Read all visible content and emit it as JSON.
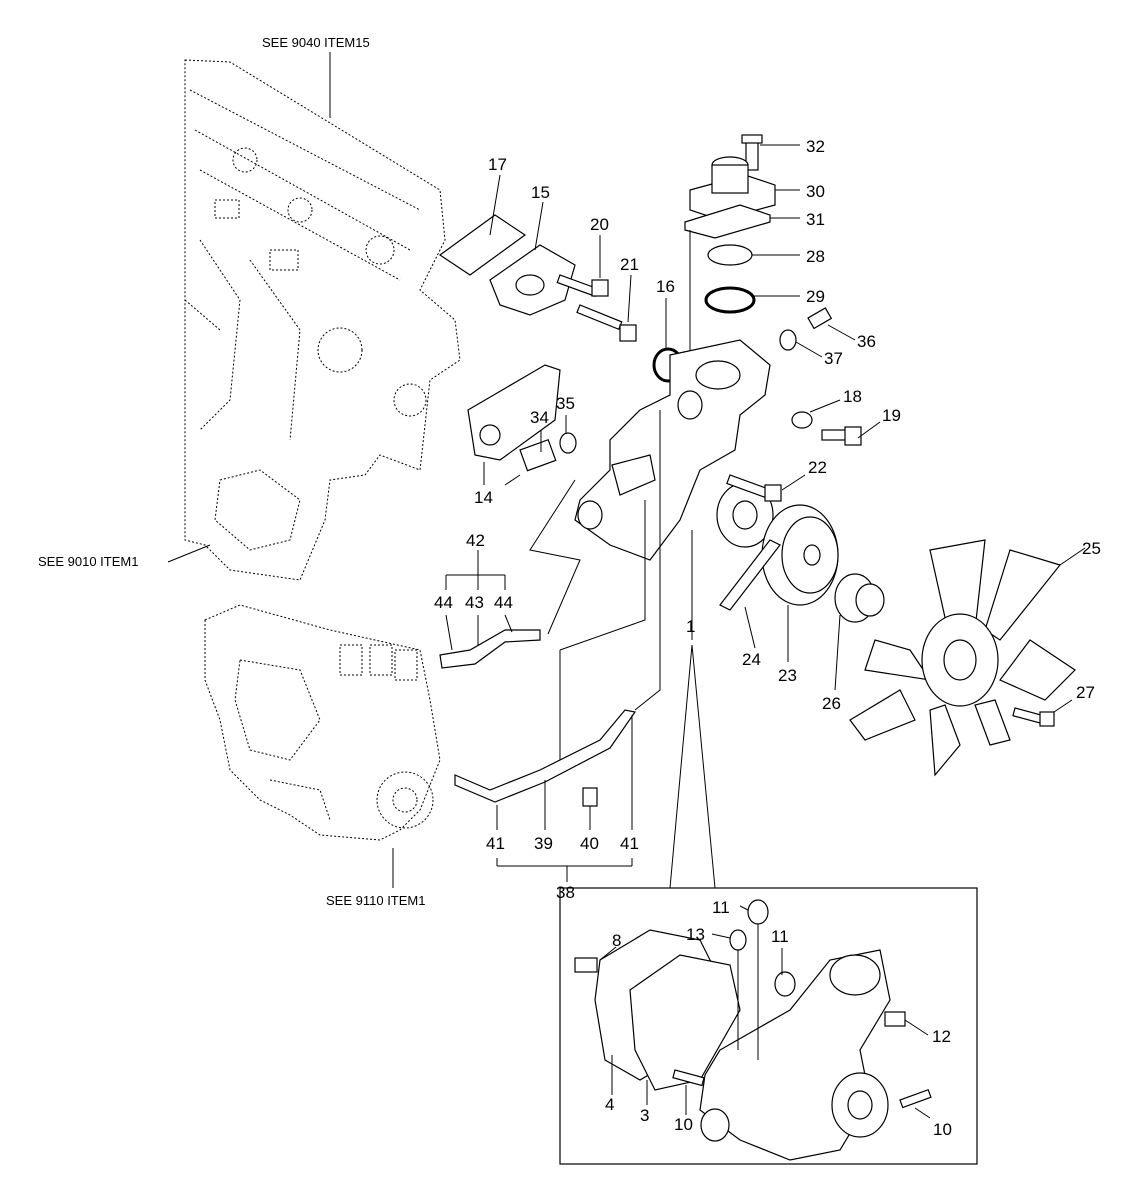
{
  "references": [
    {
      "id": "ref-9040",
      "text": "SEE 9040 ITEM15"
    },
    {
      "id": "ref-9010",
      "text": "SEE 9010 ITEM1"
    },
    {
      "id": "ref-9110",
      "text": "SEE 9110 ITEM1"
    }
  ],
  "callouts": [
    {
      "id": "c17",
      "text": "17"
    },
    {
      "id": "c15",
      "text": "15"
    },
    {
      "id": "c20",
      "text": "20"
    },
    {
      "id": "c21",
      "text": "21"
    },
    {
      "id": "c16",
      "text": "16"
    },
    {
      "id": "c32",
      "text": "32"
    },
    {
      "id": "c30",
      "text": "30"
    },
    {
      "id": "c31",
      "text": "31"
    },
    {
      "id": "c28",
      "text": "28"
    },
    {
      "id": "c29",
      "text": "29"
    },
    {
      "id": "c36",
      "text": "36"
    },
    {
      "id": "c37",
      "text": "37"
    },
    {
      "id": "c18",
      "text": "18"
    },
    {
      "id": "c19",
      "text": "19"
    },
    {
      "id": "c34",
      "text": "34"
    },
    {
      "id": "c35",
      "text": "35"
    },
    {
      "id": "c14",
      "text": "14"
    },
    {
      "id": "c22",
      "text": "22"
    },
    {
      "id": "c42",
      "text": "42"
    },
    {
      "id": "c44a",
      "text": "44"
    },
    {
      "id": "c43",
      "text": "43"
    },
    {
      "id": "c44b",
      "text": "44"
    },
    {
      "id": "c25",
      "text": "25"
    },
    {
      "id": "c1",
      "text": "1"
    },
    {
      "id": "c24",
      "text": "24"
    },
    {
      "id": "c23",
      "text": "23"
    },
    {
      "id": "c26",
      "text": "26"
    },
    {
      "id": "c27",
      "text": "27"
    },
    {
      "id": "c41a",
      "text": "41"
    },
    {
      "id": "c39",
      "text": "39"
    },
    {
      "id": "c40",
      "text": "40"
    },
    {
      "id": "c41b",
      "text": "41"
    },
    {
      "id": "c38",
      "text": "38"
    },
    {
      "id": "c11a",
      "text": "11"
    },
    {
      "id": "c8",
      "text": "8"
    },
    {
      "id": "c13",
      "text": "13"
    },
    {
      "id": "c11b",
      "text": "11"
    },
    {
      "id": "c12",
      "text": "12"
    },
    {
      "id": "c4",
      "text": "4"
    },
    {
      "id": "c3",
      "text": "3"
    },
    {
      "id": "c10a",
      "text": "10"
    },
    {
      "id": "c10b",
      "text": "10"
    }
  ]
}
